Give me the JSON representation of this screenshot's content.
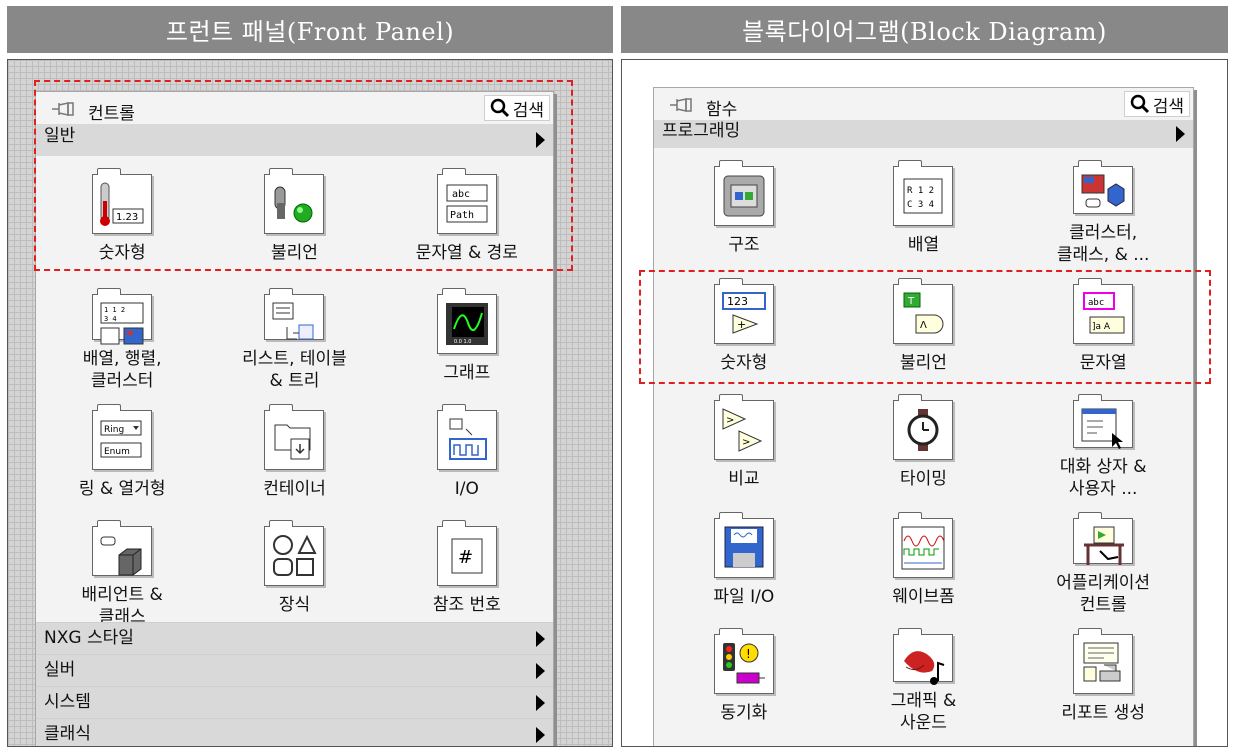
{
  "front": {
    "header": "프런트 패널(Front Panel)",
    "title": "컨트롤",
    "search": "검색",
    "category": "일반",
    "items": [
      {
        "label": "숫자형",
        "icon": "numeric-icon"
      },
      {
        "label": "불리언",
        "icon": "boolean-icon"
      },
      {
        "label": "문자열 & 경로",
        "icon": "string-path-icon"
      },
      {
        "label": "배열, 행렬,\n클러스터",
        "icon": "array-matrix-cluster-icon"
      },
      {
        "label": "리스트, 테이블\n& 트리",
        "icon": "list-table-tree-icon"
      },
      {
        "label": "그래프",
        "icon": "graph-icon"
      },
      {
        "label": "링 & 열거형",
        "icon": "ring-enum-icon"
      },
      {
        "label": "컨테이너",
        "icon": "container-icon"
      },
      {
        "label": "I/O",
        "icon": "io-icon"
      },
      {
        "label": "배리언트 &\n클래스",
        "icon": "variant-class-icon"
      },
      {
        "label": "장식",
        "icon": "decorations-icon"
      },
      {
        "label": "참조 번호",
        "icon": "refnum-icon"
      }
    ],
    "bottom_categories": [
      "NXG 스타일",
      "실버",
      "시스템",
      "클래식"
    ]
  },
  "block": {
    "header": "블록다이어그램(Block Diagram)",
    "title": "함수",
    "search": "검색",
    "category": "프로그래밍",
    "items": [
      {
        "label": "구조",
        "icon": "structures-icon"
      },
      {
        "label": "배열",
        "icon": "array-icon"
      },
      {
        "label": "클러스터,\n클래스, & ...",
        "icon": "cluster-class-icon"
      },
      {
        "label": "숫자형",
        "icon": "numeric-function-icon"
      },
      {
        "label": "불리언",
        "icon": "boolean-function-icon"
      },
      {
        "label": "문자열",
        "icon": "string-function-icon"
      },
      {
        "label": "비교",
        "icon": "comparison-icon"
      },
      {
        "label": "타이밍",
        "icon": "timing-icon"
      },
      {
        "label": "대화 상자 &\n사용자 ...",
        "icon": "dialog-user-icon"
      },
      {
        "label": "파일 I/O",
        "icon": "file-io-icon"
      },
      {
        "label": "웨이브폼",
        "icon": "waveform-icon"
      },
      {
        "label": "어플리케이션\n컨트롤",
        "icon": "application-control-icon"
      },
      {
        "label": "동기화",
        "icon": "synchronization-icon"
      },
      {
        "label": "그래픽 &\n사운드",
        "icon": "graphics-sound-icon"
      },
      {
        "label": "리포트 생성",
        "icon": "report-generation-icon"
      }
    ]
  },
  "colors": {
    "header_bg": "#888888",
    "highlight": "#e02020",
    "category_bg": "#d9d9d9"
  }
}
